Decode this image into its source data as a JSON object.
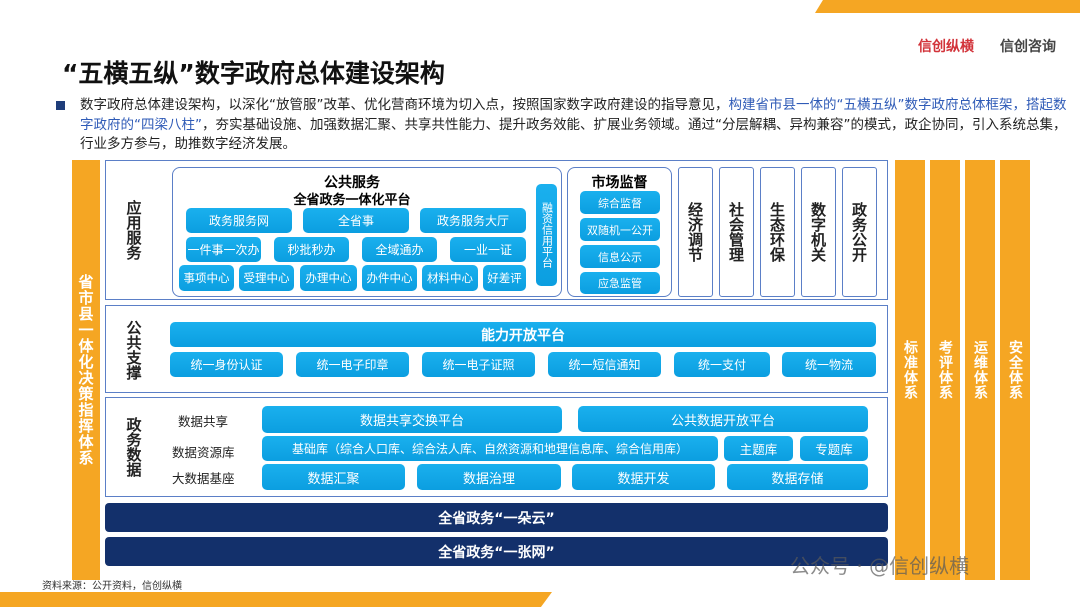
{
  "header": {
    "title": "“五横五纵”数字政府总体建设架构",
    "logos": [
      "信创纵横",
      "信创咨询"
    ]
  },
  "intro": {
    "part1": "数字政府总体建设架构，以深化“放管服”改革、优化营商环境为切入点，按照国家数字政府建设的指导意见，",
    "highlight": "构建省市县一体的“五横五纵”数字政府总体框架，搭起数字政府的“四梁八柱”",
    "part2": "，夯实基础设施、加强数据汇聚、共享共性能力、提升政务效能、扩展业务领域。通过“分层解耦、异构兼容”的模式，政企协同，引入系统总集，行业多方参与，助推数字经济发展。"
  },
  "left_column": "省市县一体化决策指挥体系",
  "right_columns": [
    "标准体系",
    "考评体系",
    "运维体系",
    "安全体系"
  ],
  "app": {
    "label": "应用服务",
    "public_service": {
      "title": "公共服务",
      "subtitle": "全省政务一体化平台",
      "row1": [
        "政务服务网",
        "全省事",
        "政务服务大厅"
      ],
      "row2": [
        "一件事一次办",
        "秒批秒办",
        "全域通办",
        "一业一证"
      ],
      "row3": [
        "事项中心",
        "受理中心",
        "办理中心",
        "办件中心",
        "材料中心",
        "好差评"
      ],
      "side": "融资信用平台"
    },
    "market": {
      "title": "市场监督",
      "items": [
        "综合监督",
        "双随机一公开",
        "信息公示",
        "应急监管"
      ]
    },
    "columns": [
      "经济调节",
      "社会管理",
      "生态环保",
      "数字机关",
      "政务公开"
    ]
  },
  "support": {
    "label": "公共支撑",
    "platform": "能力开放平台",
    "items": [
      "统一身份认证",
      "统一电子印章",
      "统一电子证照",
      "统一短信通知",
      "统一支付",
      "统一物流"
    ]
  },
  "data": {
    "label": "政务数据",
    "rows": [
      {
        "label": "数据共享",
        "items": [
          "数据共享交换平台",
          "公共数据开放平台"
        ]
      },
      {
        "label": "数据资源库",
        "items": [
          "基础库（综合人口库、综合法人库、自然资源和地理信息库、综合信用库）",
          "主题库",
          "专题库"
        ]
      },
      {
        "label": "大数据基座",
        "items": [
          "数据汇聚",
          "数据治理",
          "数据开发",
          "数据存储"
        ]
      }
    ]
  },
  "cloud": "全省政务“一朵云”",
  "network": "全省政务“一张网”",
  "source": "资料来源：公开资料，信创纵横",
  "watermark": "公众号 · @信创纵横",
  "colors": {
    "accent": "#f5a623",
    "button": "#0ea5e9",
    "navy": "#13306b",
    "border": "#5b7fc7"
  }
}
